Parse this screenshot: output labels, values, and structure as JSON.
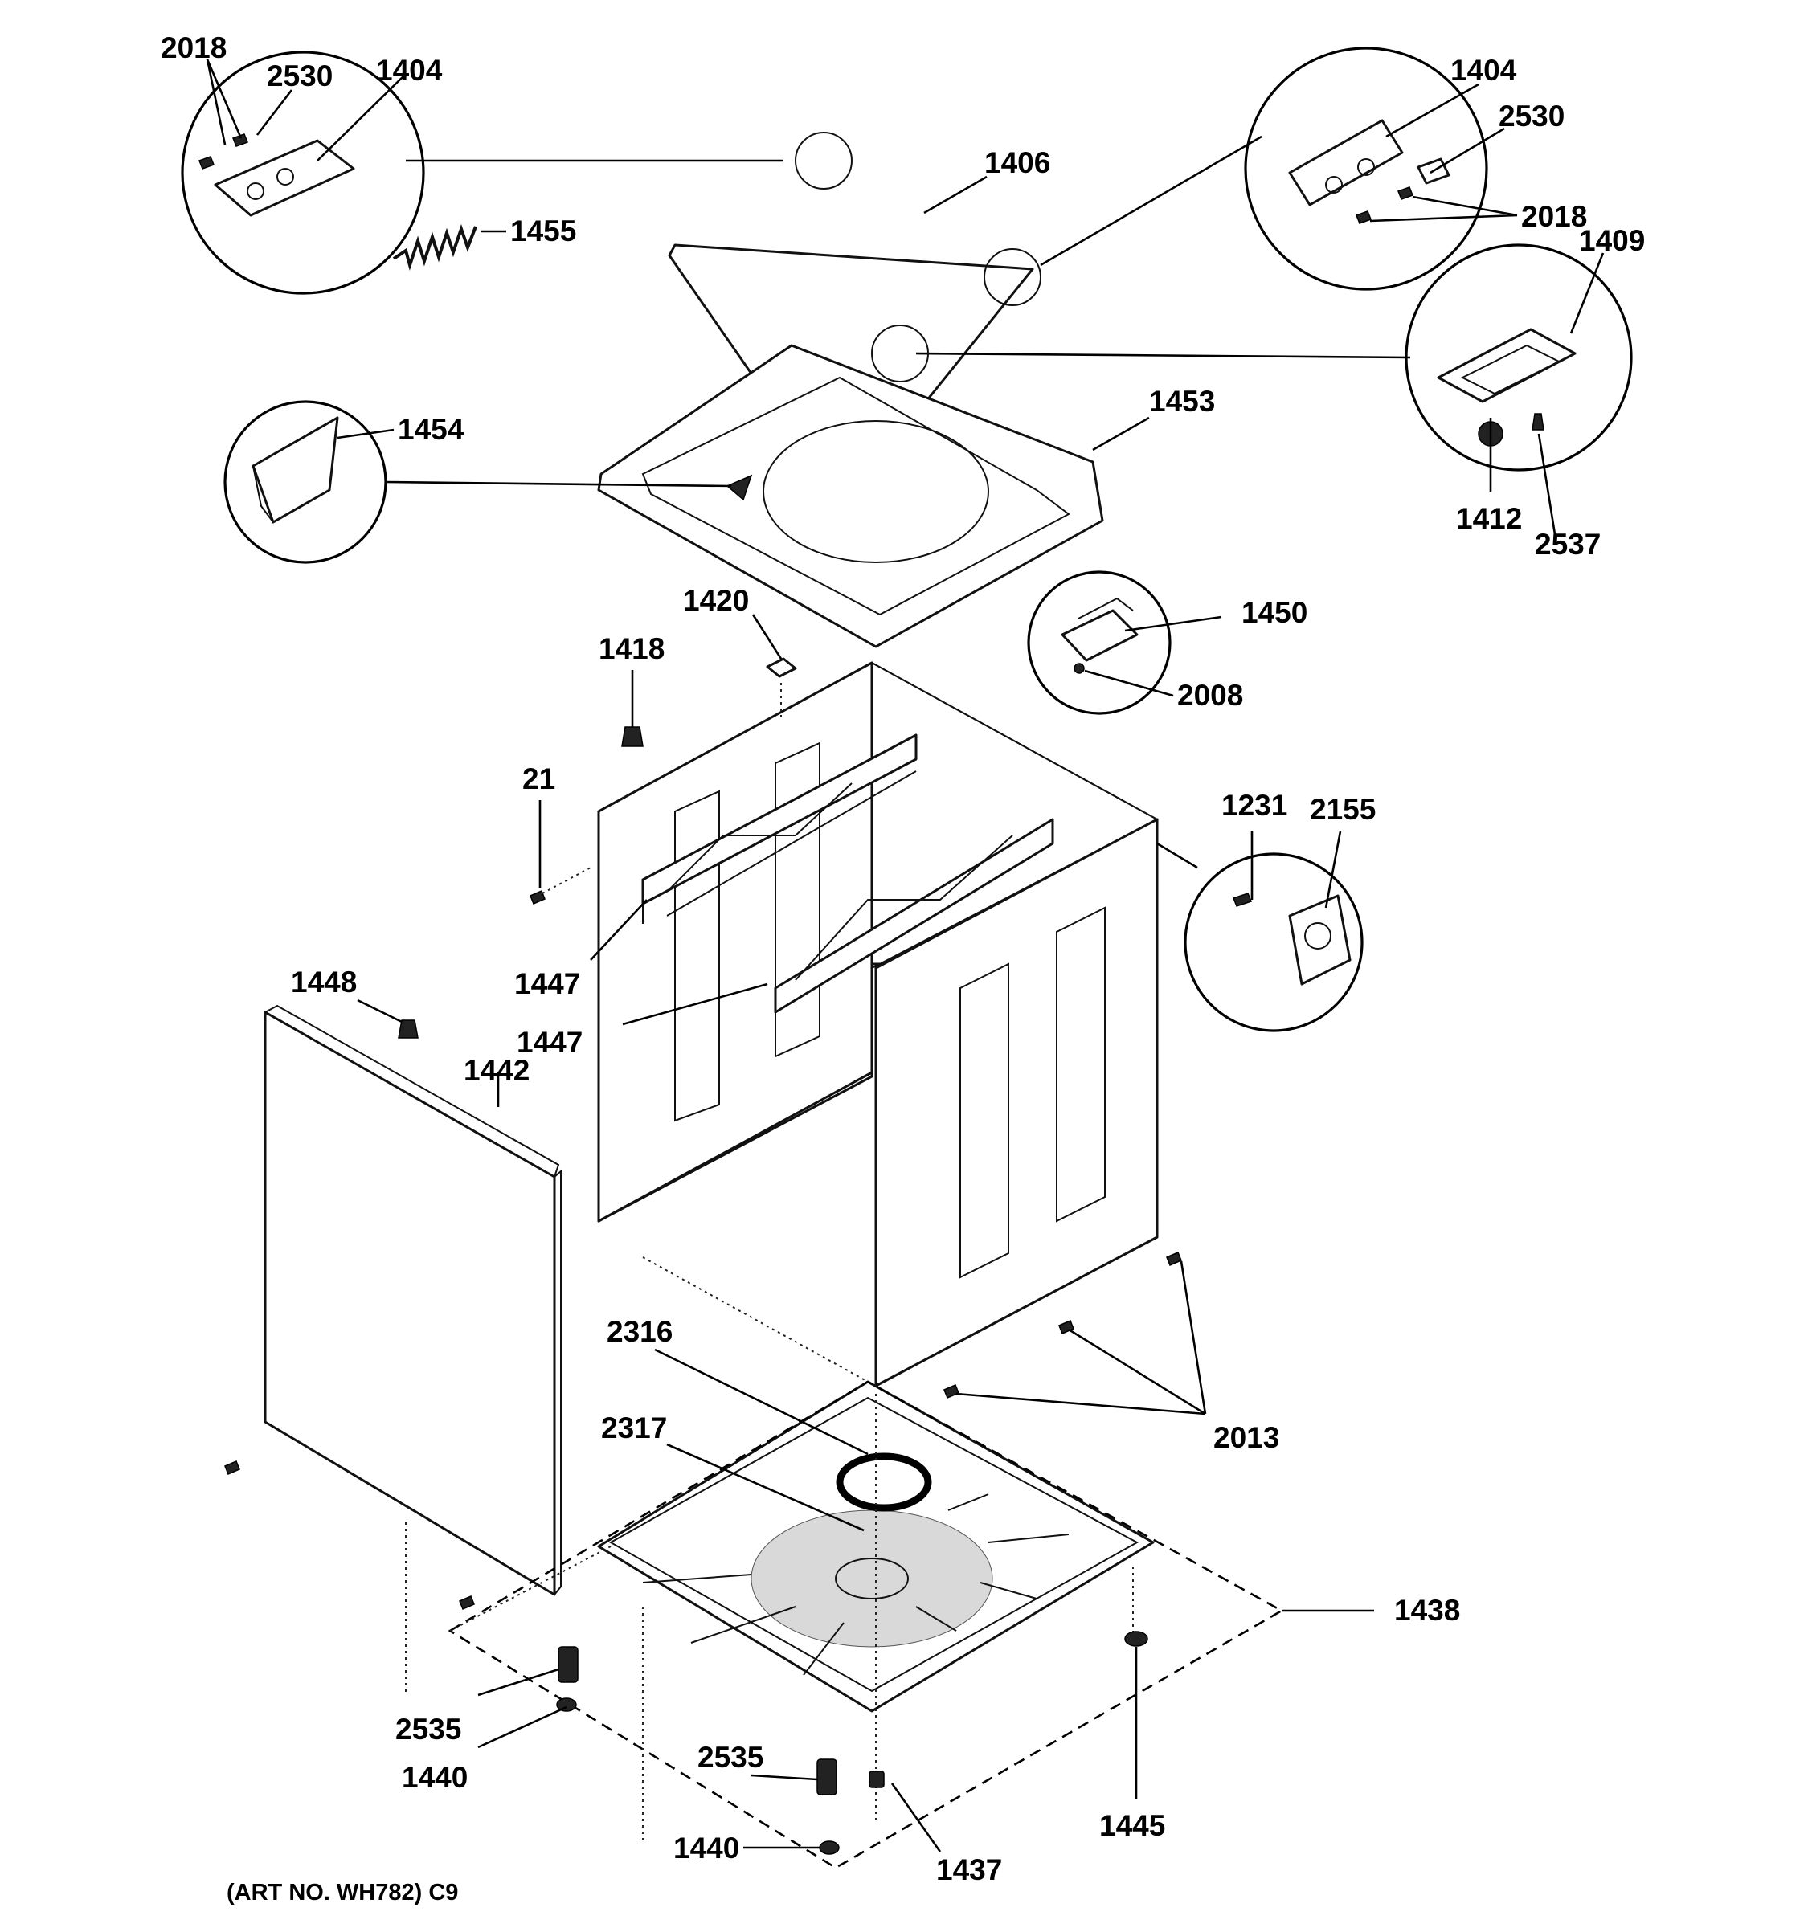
{
  "labels": {
    "2018_top_left": "2018",
    "2530_top_left": "2530",
    "1404_top_left": "1404",
    "1455": "1455",
    "1406": "1406",
    "1404_top_right": "1404",
    "2530_top_right": "2530",
    "2018_top_right": "2018",
    "1409": "1409",
    "1454": "1454",
    "1453": "1453",
    "1412": "1412",
    "2537": "2537",
    "1420": "1420",
    "1450": "1450",
    "2008": "2008",
    "1418": "1418",
    "21": "21",
    "1231": "1231",
    "2155": "2155",
    "1448": "1448",
    "1447_upper": "1447",
    "1447_lower": "1447",
    "1442": "1442",
    "2316": "2316",
    "2317": "2317",
    "2013": "2013",
    "1438": "1438",
    "2535_left": "2535",
    "1440_left": "1440",
    "2535_bottom": "2535",
    "1445": "1445",
    "1440_bottom": "1440",
    "1437": "1437"
  },
  "caption": "(ART NO. WH782) C9"
}
